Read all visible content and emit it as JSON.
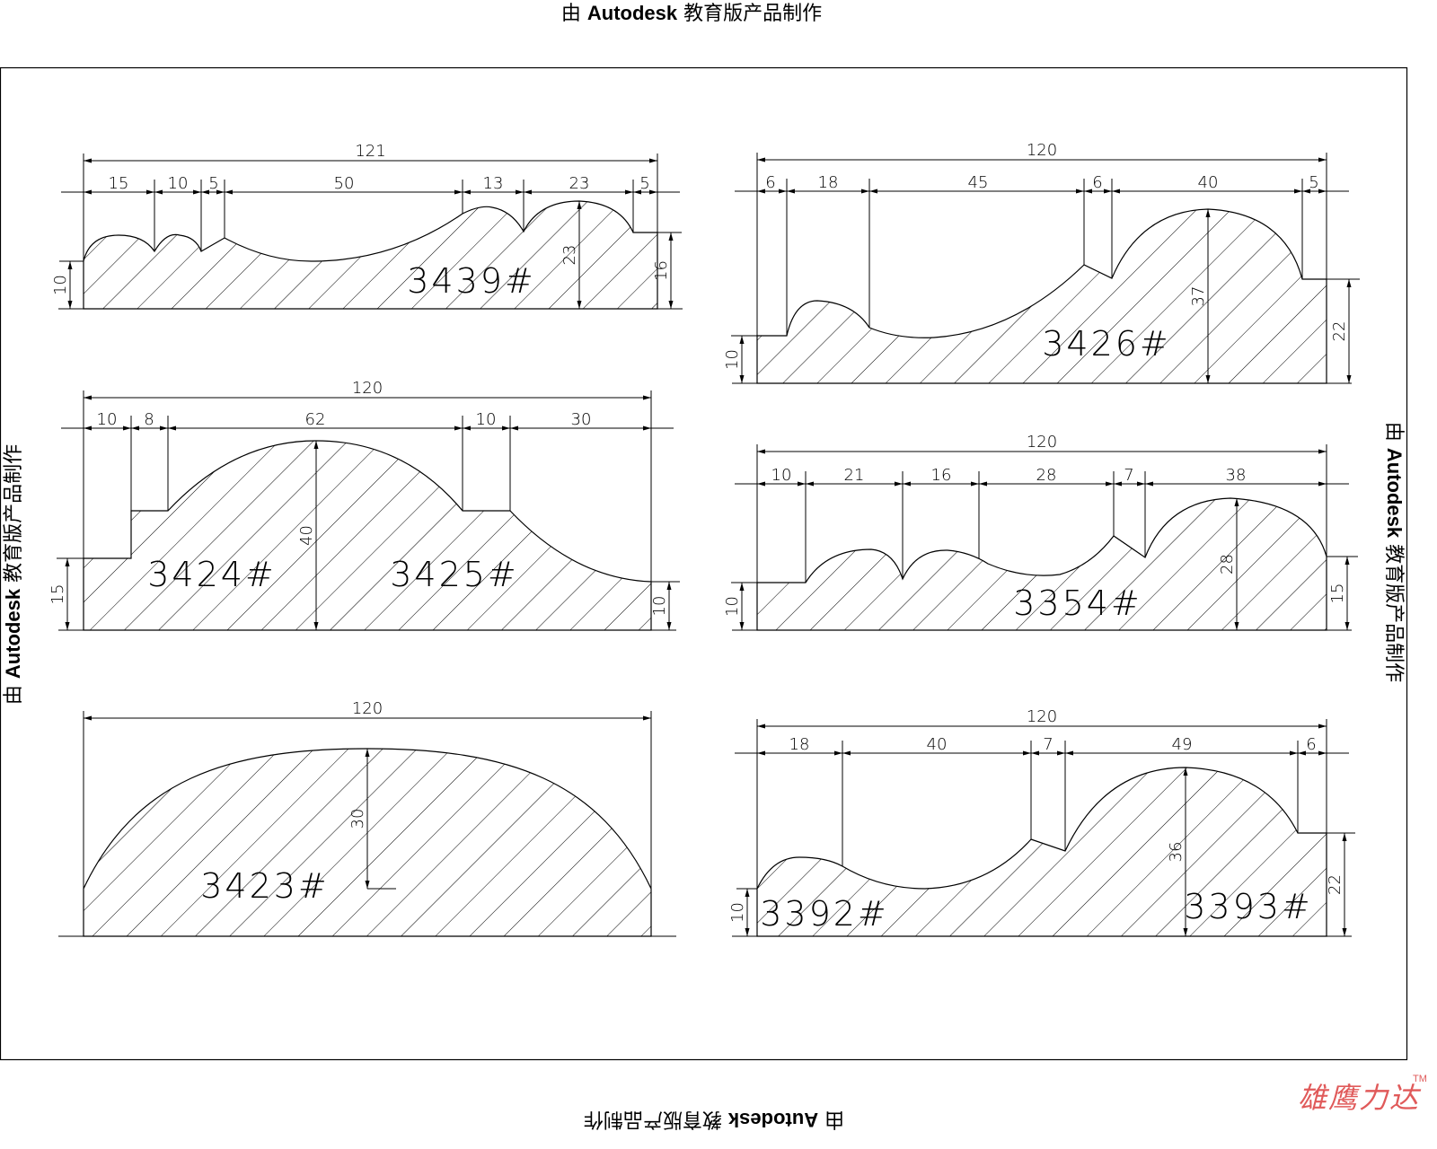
{
  "watermark": {
    "prefix": "由",
    "brand": "Autodesk",
    "suffix": "教育版产品制作"
  },
  "logo": {
    "text": "雄鹰力达",
    "tm": "TM",
    "color": "#e05a5a"
  },
  "profiles": [
    {
      "labels": [
        "3439#"
      ],
      "overall": "121",
      "segments": [
        "15",
        "10",
        "5",
        "50",
        "13",
        "23",
        "5"
      ],
      "heights": [
        "10",
        "16",
        "23"
      ]
    },
    {
      "labels": [
        "3426#"
      ],
      "overall": "120",
      "segments": [
        "6",
        "18",
        "45",
        "6",
        "40",
        "5"
      ],
      "heights": [
        "10",
        "22",
        "37"
      ]
    },
    {
      "labels": [
        "3424#",
        "3425#"
      ],
      "overall": "120",
      "segments": [
        "10",
        "8",
        "62",
        "10",
        "30"
      ],
      "heights": [
        "15",
        "10",
        "40"
      ]
    },
    {
      "labels": [
        "3354#"
      ],
      "overall": "120",
      "segments": [
        "10",
        "21",
        "16",
        "28",
        "7",
        "38"
      ],
      "heights": [
        "10",
        "15",
        "28"
      ]
    },
    {
      "labels": [
        "3423#"
      ],
      "overall": "120",
      "segments": [],
      "heights": [
        "30"
      ]
    },
    {
      "labels": [
        "3392#",
        "3393#"
      ],
      "overall": "120",
      "segments": [
        "18",
        "40",
        "7",
        "49",
        "6"
      ],
      "heights": [
        "10",
        "22",
        "36"
      ]
    }
  ]
}
